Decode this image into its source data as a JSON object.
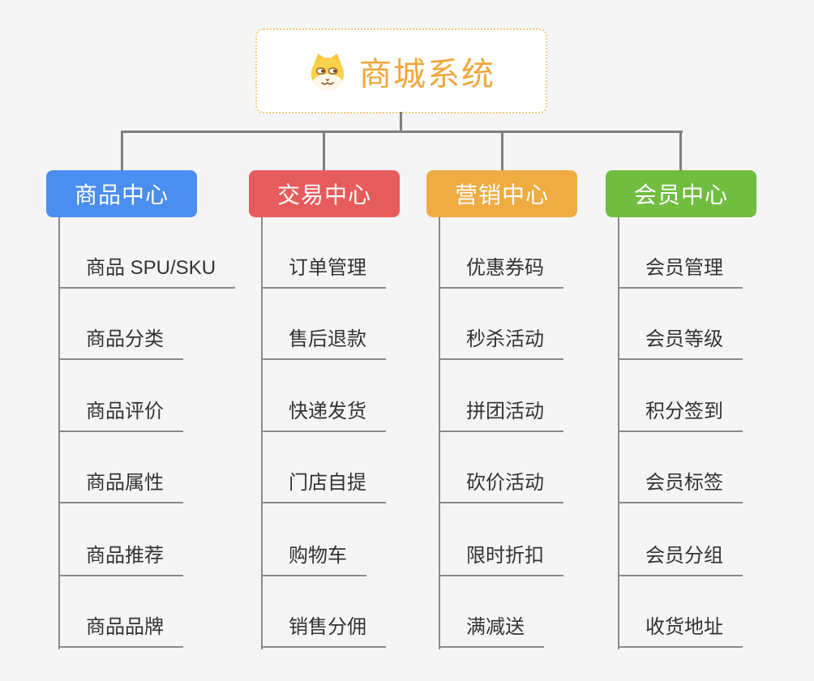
{
  "root": {
    "label": "商城系统",
    "icon": "dog-face-icon",
    "text_color": "#f0a73b",
    "border_color": "#f3c87a"
  },
  "colors": {
    "background": "#f5f5f5",
    "connector": "#7f7f7f",
    "underline": "#8a8a8a",
    "item_text": "#333333"
  },
  "branches": [
    {
      "label": "商品中心",
      "color": "#4a8ef0",
      "children": [
        "商品 SPU/SKU",
        "商品分类",
        "商品评价",
        "商品属性",
        "商品推荐",
        "商品品牌"
      ]
    },
    {
      "label": "交易中心",
      "color": "#e65c5c",
      "children": [
        "订单管理",
        "售后退款",
        "快递发货",
        "门店自提",
        "购物车",
        "销售分佣"
      ]
    },
    {
      "label": "营销中心",
      "color": "#eeac42",
      "children": [
        "优惠券码",
        "秒杀活动",
        "拼团活动",
        "砍价活动",
        "限时折扣",
        "满减送"
      ]
    },
    {
      "label": "会员中心",
      "color": "#71bd40",
      "children": [
        "会员管理",
        "会员等级",
        "积分签到",
        "会员标签",
        "会员分组",
        "收货地址"
      ]
    }
  ]
}
